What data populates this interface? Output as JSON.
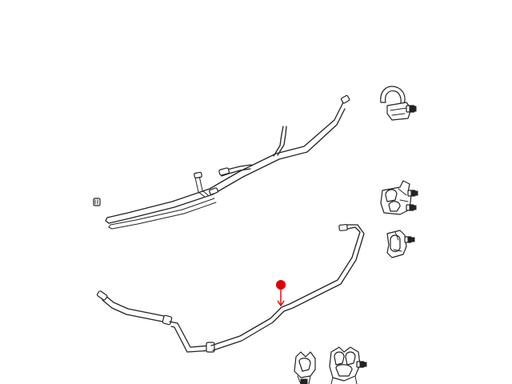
{
  "diagram": {
    "background": "#ffffff",
    "line_color": "#222222",
    "marker_color": "#e00000",
    "components": [
      {
        "id": "fuel-tube-assembly-upper",
        "kind": "tube"
      },
      {
        "id": "fuel-tube-assembly-lower",
        "kind": "tube"
      },
      {
        "id": "hook-clip",
        "kind": "clip"
      },
      {
        "id": "triple-clip",
        "kind": "clip"
      },
      {
        "id": "single-clip",
        "kind": "clip"
      },
      {
        "id": "small-clip",
        "kind": "clip"
      },
      {
        "id": "double-clip",
        "kind": "clip"
      },
      {
        "id": "small-connector",
        "kind": "connector"
      }
    ],
    "callout": {
      "shape": "dot-with-arrow",
      "color": "#e00000"
    }
  }
}
